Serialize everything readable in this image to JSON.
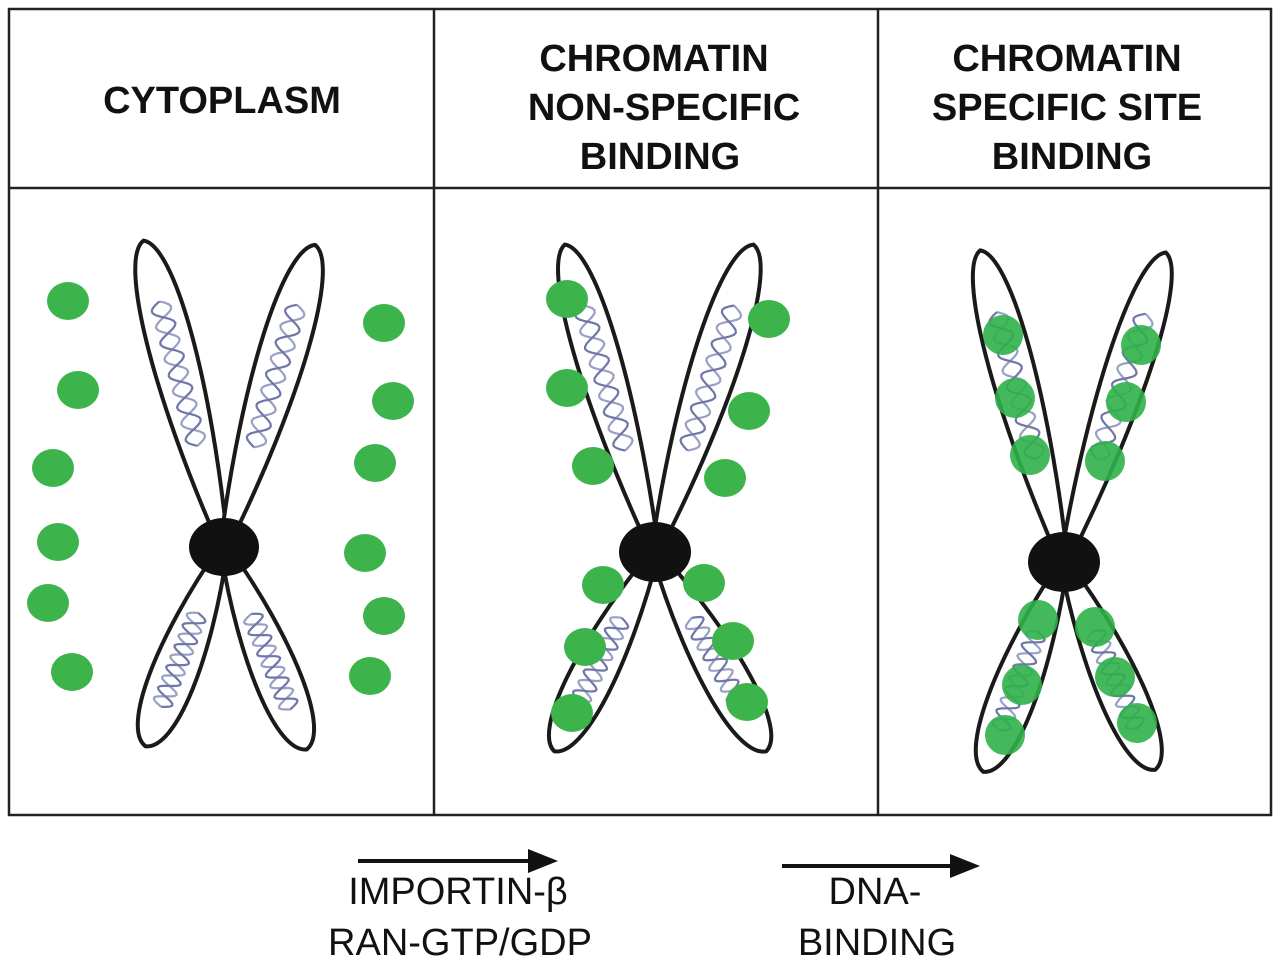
{
  "panels": [
    {
      "id": "cytoplasm",
      "title_lines": [
        "CYTOPLASM"
      ],
      "binding": "free"
    },
    {
      "id": "non-specific",
      "title_lines": [
        "CHROMATIN",
        "NON-SPECIFIC",
        "BINDING"
      ],
      "binding": "surface"
    },
    {
      "id": "specific",
      "title_lines": [
        "CHROMATIN",
        "SPECIFIC SITE",
        "BINDING"
      ],
      "binding": "site"
    }
  ],
  "transitions": [
    {
      "lines": [
        "IMPORTIN-β",
        "RAN-GTP/GDP"
      ]
    },
    {
      "lines": [
        "DNA-",
        "BINDING"
      ]
    }
  ],
  "colors": {
    "protein": "#3cb44b",
    "protein_site": "#2fb14a",
    "outline": "#1a1a1a",
    "centromere": "#111111",
    "dna_strand_a": "#9aa0c4",
    "dna_strand_b": "#6f76a8"
  }
}
